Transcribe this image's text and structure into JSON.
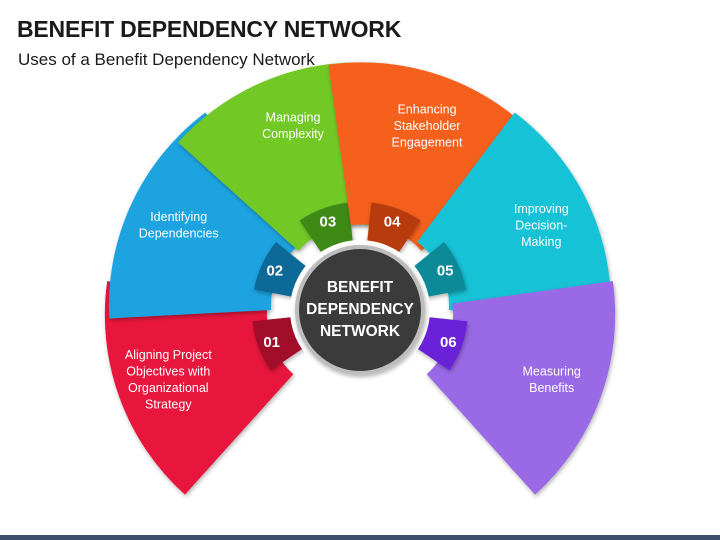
{
  "header": {
    "title": "BENEFIT DEPENDENCY NETWORK",
    "subtitle": "Uses of a Benefit Dependency Network"
  },
  "center": {
    "lines": [
      "BENEFIT",
      "DEPENDENCY",
      "NETWORK"
    ],
    "color": "#3a3a3a"
  },
  "segments": [
    {
      "number": "01",
      "lines": [
        "Aligning Project",
        "Objectives with",
        "Organizational",
        "Strategy"
      ],
      "color": "#e8123c",
      "tab_color": "#a20c2b"
    },
    {
      "number": "02",
      "lines": [
        "Identifying",
        "Dependencies"
      ],
      "color": "#1aa3e0",
      "tab_color": "#0b6a98"
    },
    {
      "number": "03",
      "lines": [
        "Managing",
        "Complexity"
      ],
      "color": "#72c928",
      "tab_color": "#3d8a16"
    },
    {
      "number": "04",
      "lines": [
        "Enhancing",
        "Stakeholder",
        "Engagement"
      ],
      "color": "#f5601c",
      "tab_color": "#b83a09"
    },
    {
      "number": "05",
      "lines": [
        "Improving",
        "Decision-",
        "Making"
      ],
      "color": "#18c2d6",
      "tab_color": "#0a8a98"
    },
    {
      "number": "06",
      "lines": [
        "Measuring",
        "Benefits"
      ],
      "color": "#9a69e6",
      "tab_color": "#6a22d8"
    }
  ]
}
